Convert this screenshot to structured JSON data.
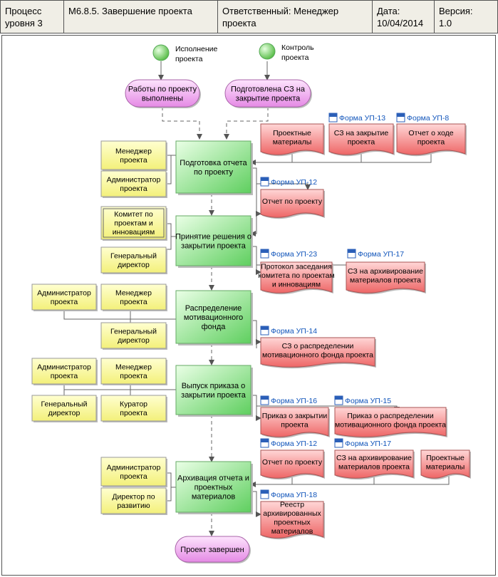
{
  "header": {
    "process_level": "Процесс\nуровня 3",
    "process_name": "M6.8.5.  Завершение проекта",
    "owner": "Ответственный: Менеджер проекта",
    "date": "Дата:\n10/04/2014",
    "version": "Версия:\n1.0"
  },
  "colors": {
    "process_box": "#99ee99",
    "role_box": "#ffff99",
    "document": "#f07878",
    "event": "#f0b0f0",
    "start_circle": "#88dd77",
    "link": "#1155bb"
  },
  "nodes": {
    "start1": "Исполнение\nпроекта",
    "start2": "Контроль\nпроекта",
    "event1": "Работы по проекту\nвыполнены",
    "event2": "Подготовлена СЗ на\nзакрытие проекта",
    "end_event": "Проект завершен",
    "p1": "Подготовка отчета\nпо проекту",
    "p2": "Принятие решения о\nзакрытии проекта",
    "p3": "Распределение\nмотивационного\nфонда",
    "p4": "Выпуск приказа о\nзакрытии проекта",
    "p5": "Архивация отчета и\nпроектных\nматериалов"
  },
  "roles": {
    "r1a": "Менеджер\nпроекта",
    "r1b": "Администратор\nпроекта",
    "r2a": "Комитет по\nпроектам и\nинновациям",
    "r2b": "Генеральный\nдиректор",
    "r3a": "Администратор\nпроекта",
    "r3b": "Менеджер\nпроекта",
    "r3c": "Генеральный\nдиректор",
    "r4a": "Администратор\nпроекта",
    "r4b": "Менеджер\nпроекта",
    "r4c": "Генеральный\nдиректор",
    "r4d": "Куратор\nпроекта",
    "r5a": "Администратор\nпроекта",
    "r5b": "Директор по\nразвитию"
  },
  "documents": {
    "d_in1": "Проектные\nматериалы",
    "d_in2": "СЗ на закрытие\nпроекта",
    "d_in3": "Отчет о ходе\nпроекта",
    "d_out1": "Отчет по проекту",
    "d_out2a": "Протокол заседания\nкомитета по проектам\nи инновациям",
    "d_out2b": "СЗ на архивирование\nматериалов проекта",
    "d_out3": "СЗ о распределении\nмотивационного фонда проекта",
    "d_out4a": "Приказ о закрытии\nпроекта",
    "d_out4b": "Приказ о распределении\nмотивационного фонда проекта",
    "d_in5a": "Отчет по проекту",
    "d_in5b": "СЗ на архивирование\nматериалов проекта",
    "d_in5c": "Проектные\nматериалы",
    "d_out5": "Реестр\nархивированных\nпроектных\nматериалов"
  },
  "form_links": {
    "f_in2": "Форма УП-13",
    "f_in3": "Форма УП-8",
    "f_out1": "Форма УП-12",
    "f_out2a": "Форма УП-23",
    "f_out2b": "Форма УП-17",
    "f_out3": "Форма УП-14",
    "f_out4a": "Форма УП-16",
    "f_out4b": "Форма УП-15",
    "f_in5a": "Форма УП-12",
    "f_in5b": "Форма УП-17",
    "f_out5": "Форма УП-18"
  }
}
